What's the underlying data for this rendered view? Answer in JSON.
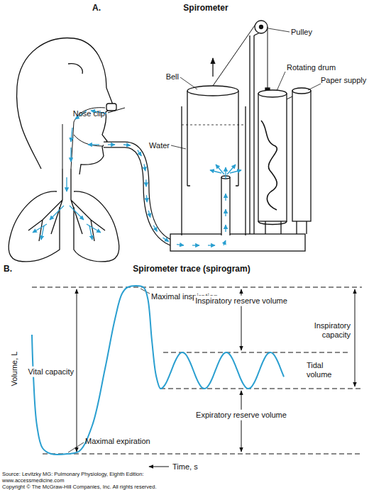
{
  "diagram": {
    "labels": [
      "A.",
      "Spirometer",
      "Pulley",
      "Nose clip",
      "Bell",
      "Rotating drum",
      "Paper supply",
      "Water",
      "B.",
      "Spirometer trace (spirogram)",
      "Maximal inspiration",
      "Vital capacity",
      "Inspiratory reserve volume",
      "Inspiratory capacity",
      "Tidal volume",
      "Volume, L",
      "Expiratory reserve volume",
      "Maximal expiration",
      "Time, s",
      "Source: Levitzky MG: Pulmonary Physiology, Eighth Edition: www.accessmedicine.com",
      "Copyright © The McGraw-Hill Companies, Inc. All rights reserved."
    ]
  }
}
